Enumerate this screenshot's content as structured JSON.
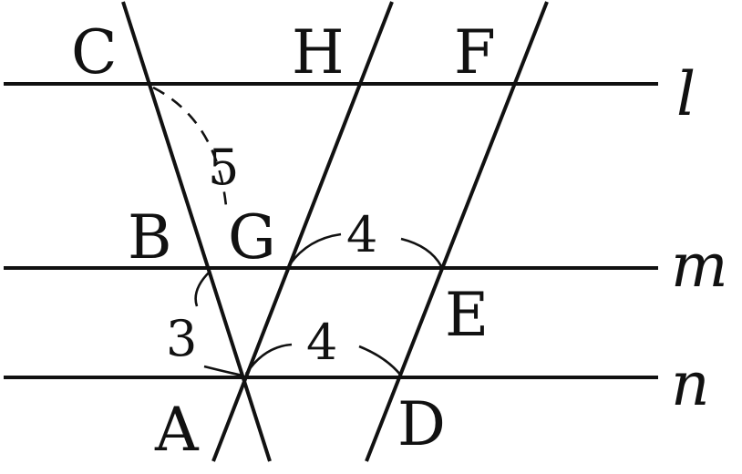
{
  "points": {
    "C": "C",
    "H": "H",
    "F": "F",
    "B": "B",
    "G": "G",
    "E": "E",
    "A": "A",
    "D": "D"
  },
  "lines": {
    "l": "l",
    "m": "m",
    "n": "n"
  },
  "measures": {
    "CB": "5",
    "GE": "4",
    "BA": "3",
    "AD": "4"
  }
}
